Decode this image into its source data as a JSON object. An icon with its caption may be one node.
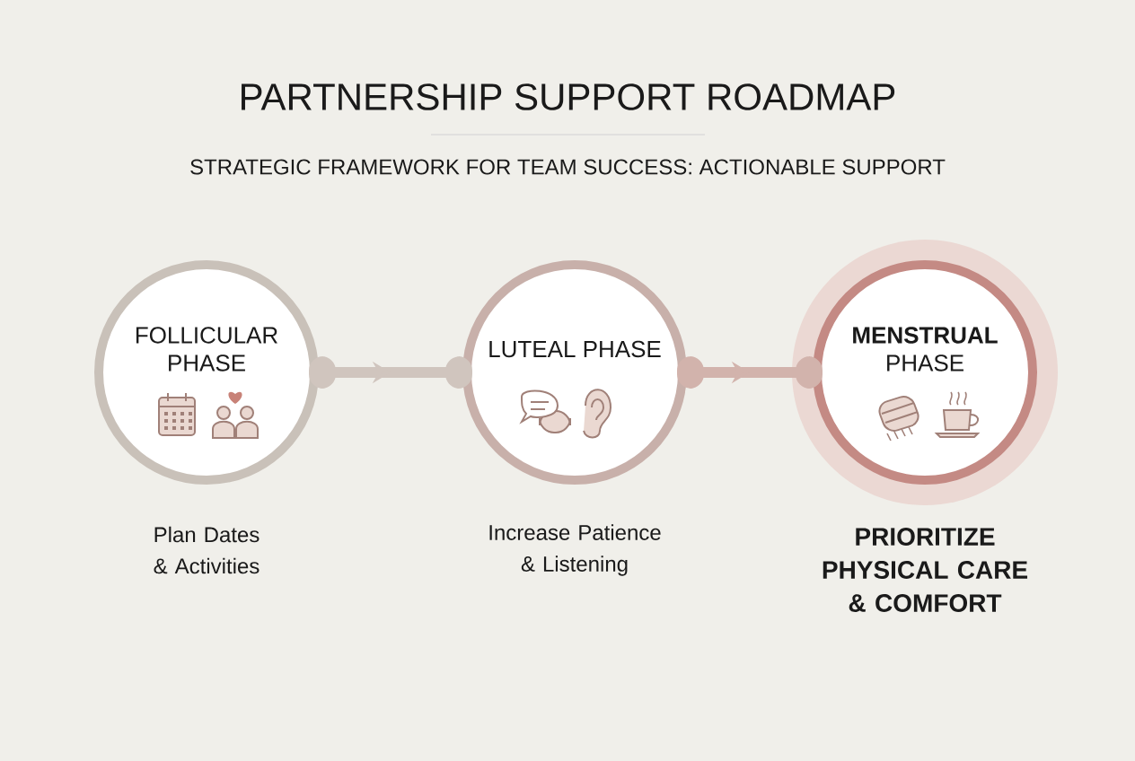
{
  "diagram": {
    "title": "PARTNERSHIP SUPPORT ROADMAP",
    "nodes": [
      {
        "text": [
          "FOLLICULAR PHASE"
        ],
        "beside": [
          "Plan Dates & Activities"
        ]
      },
      {
        "text": [
          "LUTEAL PHASE"
        ],
        "beside": [
          "Increase Patience & Listening"
        ]
      },
      {
        "text": [
          "**MENSTRUAL** PHASE"
        ],
        "beside": [
          "PRIORITIZE PHYSICAL CARE & COMFORT"
        ]
      }
    ],
    "edges": [
      {
        "from": 0,
        "to": 1,
        "arrow": "to"
      },
      {
        "from": 1,
        "to": 2,
        "arrow": "to"
      }
    ],
    "labels": [
      "STRATEGIC FRAMEWORK FOR TEAM SUCCESS: ACTIONABLE SUPPORT"
    ]
  }
}
